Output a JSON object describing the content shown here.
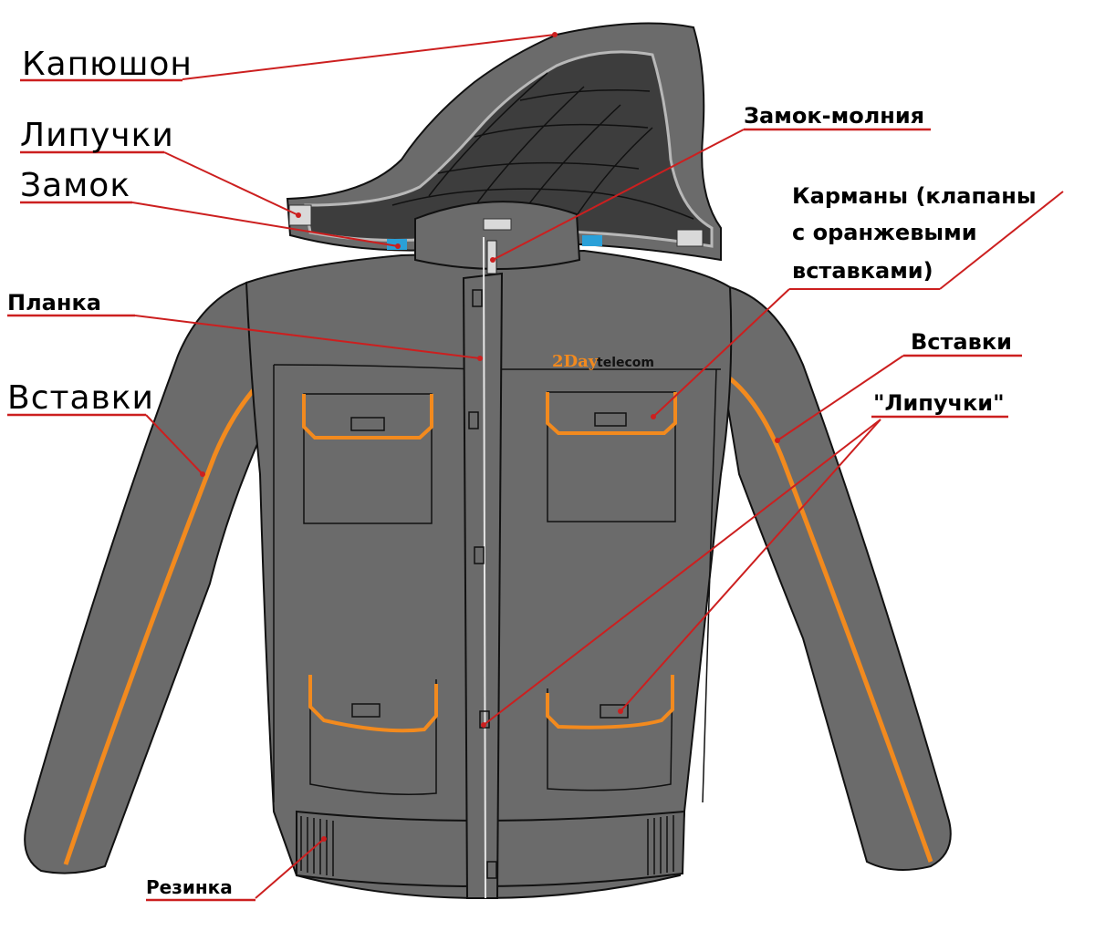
{
  "labels": {
    "hood": "Капюшон",
    "velcro_left": "Липучки",
    "lock": "Замок",
    "zipper": "Замок-молния",
    "pockets_line1": "Карманы (клапаны",
    "pockets_line2": "с оранжевыми",
    "pockets_line3": "вставками)",
    "placket": "Планка",
    "inserts_left": "Вставки",
    "inserts_right": "Вставки",
    "velcro_right": "\"Липучки\"",
    "elastic": "Резинка"
  },
  "logo": {
    "part1": "2Day",
    "part2": "telecom"
  },
  "colors": {
    "jacket": "#6b6b6b",
    "jacket_dark": "#4a4a4a",
    "outline": "#111111",
    "orange": "#f28a1e",
    "leader": "#cc1f1f",
    "underline": "#cc1f1f",
    "snap": "#2aa0d8",
    "velcro_patch": "#d9d9d9"
  }
}
